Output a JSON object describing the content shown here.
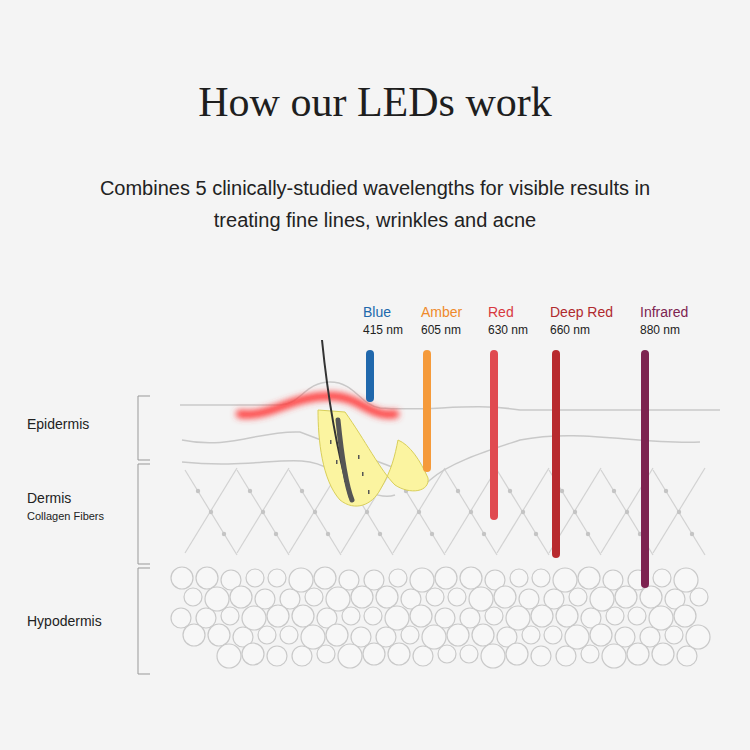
{
  "diagram": {
    "title": "How our LEDs work",
    "labels": [
      "Combines 5 clinically-studied wavelengths for visible results in treating fine lines, wrinkles and acne",
      "Blue",
      "415 nm",
      "Amber",
      "605 nm",
      "Red",
      "630 nm",
      "Deep Red",
      "660 nm",
      "Infrared",
      "880 nm",
      "Epidermis",
      "Dermis",
      "Collagen Fibers",
      "Hypodermis"
    ]
  }
}
